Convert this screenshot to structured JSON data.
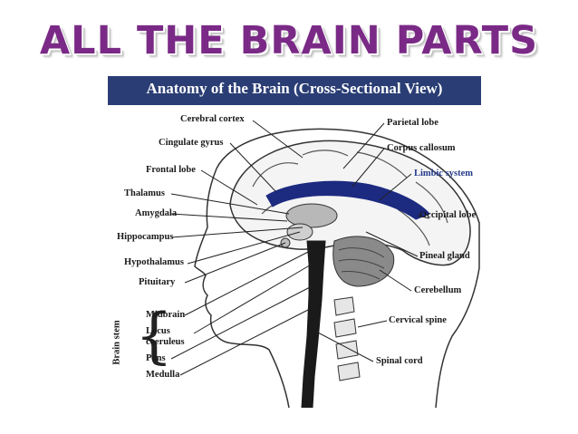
{
  "slide": {
    "title": "ALL THE BRAIN PARTS"
  },
  "diagram": {
    "heading": "Anatomy of the Brain (Cross-Sectional View)",
    "left_labels": {
      "cerebral_cortex": "Cerebral cortex",
      "cingulate_gyrus": "Cingulate gyrus",
      "frontal_lobe": "Frontal lobe",
      "thalamus": "Thalamus",
      "amygdala": "Amygdala",
      "hippocampus": "Hippocampus",
      "hypothalamus": "Hypothalamus",
      "pituitary": "Pituitary",
      "midbrain": "Midbrain",
      "locus": "Locus",
      "coeruleus": "coeruleus",
      "pons": "Pons",
      "medulla": "Medulla",
      "brain_stem": "Brain stem"
    },
    "right_labels": {
      "parietal_lobe": "Parietal lobe",
      "corpus_callosum": "Corpus callosum",
      "limbic_system": "Limbic system",
      "occipital_lobe": "Occipital lobe",
      "pineal_gland": "Pineal gland",
      "cerebellum": "Cerebellum",
      "cervical_spine": "Cervical spine",
      "spinal_cord": "Spinal cord"
    },
    "colors": {
      "title": "#7a2a86",
      "header_bar": "#2a3d74",
      "corpus_callosum": "#1c2a80",
      "brainstem": "#1a1a1a"
    }
  }
}
